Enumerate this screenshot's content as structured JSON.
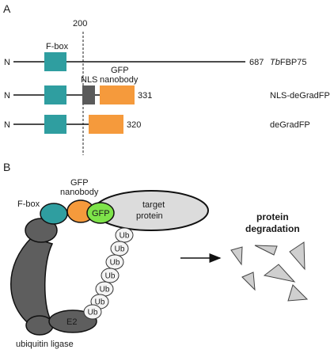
{
  "panels": {
    "a": "A",
    "b": "B"
  },
  "panel_a": {
    "position_marker": "200",
    "domain_label_fbox": "F-box",
    "domain_label_nls": "NLS",
    "domain_label_gfp_nb_line1": "GFP",
    "domain_label_gfp_nb_line2": "nanobody",
    "constructs": [
      {
        "n_terminus": "N",
        "length": "687",
        "name_italic": "Tb",
        "name_rest": "FBP75"
      },
      {
        "n_terminus": "N",
        "length": "331",
        "name": "NLS-deGradFP"
      },
      {
        "n_terminus": "N",
        "length": "320",
        "name": "deGradFP"
      }
    ]
  },
  "panel_b": {
    "fbox_label": "F-box",
    "gfp_nanobody_line1": "GFP",
    "gfp_nanobody_line2": "nanobody",
    "gfp_label": "GFP",
    "target_line1": "target",
    "target_line2": "protein",
    "ubiquitin_labels": [
      "Ub",
      "Ub",
      "Ub",
      "Ub",
      "Ub",
      "Ub",
      "Ub"
    ],
    "e2_label": "E2",
    "ligase_label": "ubiquitin ligase",
    "degradation_line1": "protein",
    "degradation_line2": "degradation"
  },
  "colors": {
    "fbox_teal": "#2f9ea0",
    "nanobody_orange": "#f59a3c",
    "nls_gray": "#5a5a5a",
    "gfp_green": "#7ee34a",
    "ligase_gray": "#5e5e5e",
    "target_gray": "#dcdcdc",
    "fragment_gray": "#cfcfcf"
  }
}
